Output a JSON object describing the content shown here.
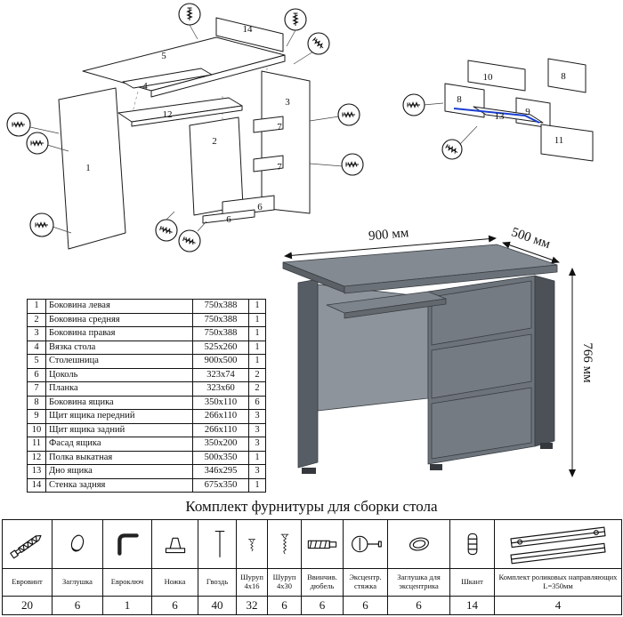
{
  "title": "Комплект фурнитуры для сборки стола",
  "colors": {
    "highlight_blue": "#1a3fd0",
    "desk_gray": "#757b82"
  },
  "dimensions": {
    "width": "900 мм",
    "depth": "500 мм",
    "height": "766 мм"
  },
  "diagram_main": {
    "labels": [
      "14",
      "5",
      "4",
      "12",
      "2",
      "1",
      "3",
      "7",
      "7",
      "6",
      "6"
    ]
  },
  "diagram_drawer": {
    "labels": [
      "10",
      "8",
      "8",
      "9",
      "13",
      "11"
    ]
  },
  "parts_table": {
    "rows": [
      {
        "num": "1",
        "name": "Боковина левая",
        "size": "750x388",
        "qty": "1"
      },
      {
        "num": "2",
        "name": "Боковина средняя",
        "size": "750x388",
        "qty": "1"
      },
      {
        "num": "3",
        "name": "Боковина правая",
        "size": "750x388",
        "qty": "1"
      },
      {
        "num": "4",
        "name": "Вязка стола",
        "size": "525x260",
        "qty": "1"
      },
      {
        "num": "5",
        "name": "Столешница",
        "size": "900x500",
        "qty": "1"
      },
      {
        "num": "6",
        "name": "Цоколь",
        "size": "323x74",
        "qty": "2"
      },
      {
        "num": "7",
        "name": "Планка",
        "size": "323x60",
        "qty": "2"
      },
      {
        "num": "8",
        "name": "Боковина ящика",
        "size": "350x110",
        "qty": "6"
      },
      {
        "num": "9",
        "name": "Щит ящика передний",
        "size": "266x110",
        "qty": "3"
      },
      {
        "num": "10",
        "name": "Щит ящика задний",
        "size": "266x110",
        "qty": "3"
      },
      {
        "num": "11",
        "name": "Фасад ящика",
        "size": "350x200",
        "qty": "3"
      },
      {
        "num": "12",
        "name": "Полка выкатная",
        "size": "500x350",
        "qty": "1"
      },
      {
        "num": "13",
        "name": "Дно ящика",
        "size": "346x295",
        "qty": "3"
      },
      {
        "num": "14",
        "name": "Стенка задняя",
        "size": "675x350",
        "qty": "1"
      }
    ]
  },
  "hardware": {
    "items": [
      {
        "name": "Евровинт",
        "qty": "20",
        "icon": "confirmat-screw-icon"
      },
      {
        "name": "Заглушка",
        "qty": "6",
        "icon": "plug-cap-icon"
      },
      {
        "name": "Евроключ",
        "qty": "1",
        "icon": "hex-key-icon"
      },
      {
        "name": "Ножка",
        "qty": "6",
        "icon": "furniture-foot-icon"
      },
      {
        "name": "Гвоздь",
        "qty": "40",
        "icon": "nail-icon"
      },
      {
        "name": "Шуруп 4x16",
        "qty": "32",
        "icon": "screw-small-icon"
      },
      {
        "name": "Шуруп 4x30",
        "qty": "6",
        "icon": "screw-long-icon"
      },
      {
        "name": "Ввинчив. дюбель",
        "qty": "6",
        "icon": "screw-in-dowel-icon"
      },
      {
        "name": "Эксцентр. стяжка",
        "qty": "6",
        "icon": "cam-lock-icon"
      },
      {
        "name": "Заглушка для эксцентрика",
        "qty": "6",
        "icon": "cam-cap-icon"
      },
      {
        "name": "Шкант",
        "qty": "14",
        "icon": "wood-dowel-icon"
      },
      {
        "name": "Комплект роликовых направляющих L=350мм",
        "qty": "4",
        "icon": "drawer-slides-icon"
      }
    ]
  }
}
